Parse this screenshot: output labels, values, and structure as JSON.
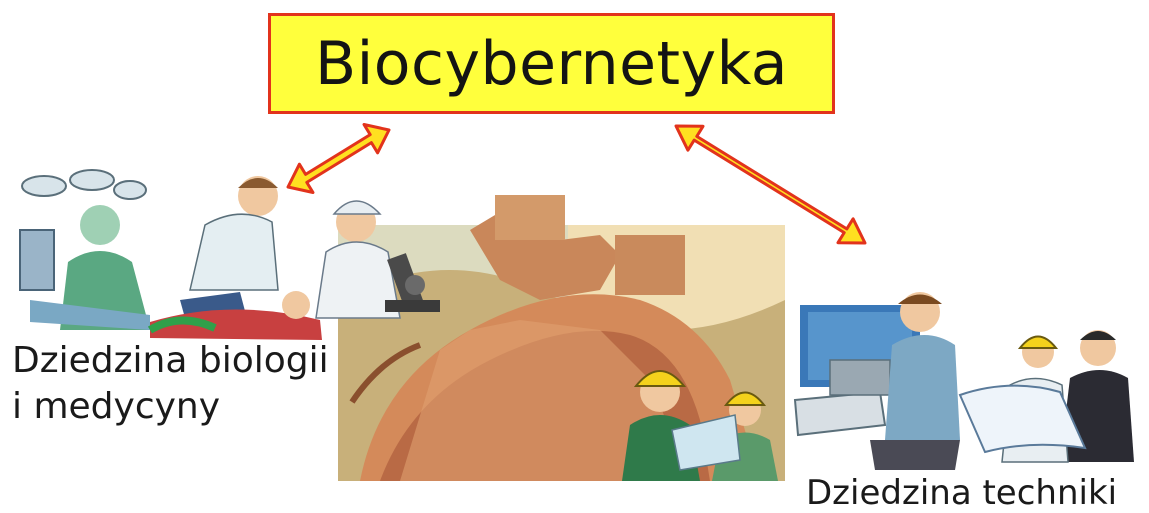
{
  "title": "Biocybernetyka",
  "labels": {
    "biology_line1": "Dziedzina biologii",
    "biology_line2": "i medycyny",
    "technology": "Dziedzina techniki"
  },
  "colors": {
    "title_fill": "#ffff3c",
    "title_border": "#e2331c",
    "arrow_fill": "#ffe020",
    "arrow_stroke": "#e2331c"
  }
}
